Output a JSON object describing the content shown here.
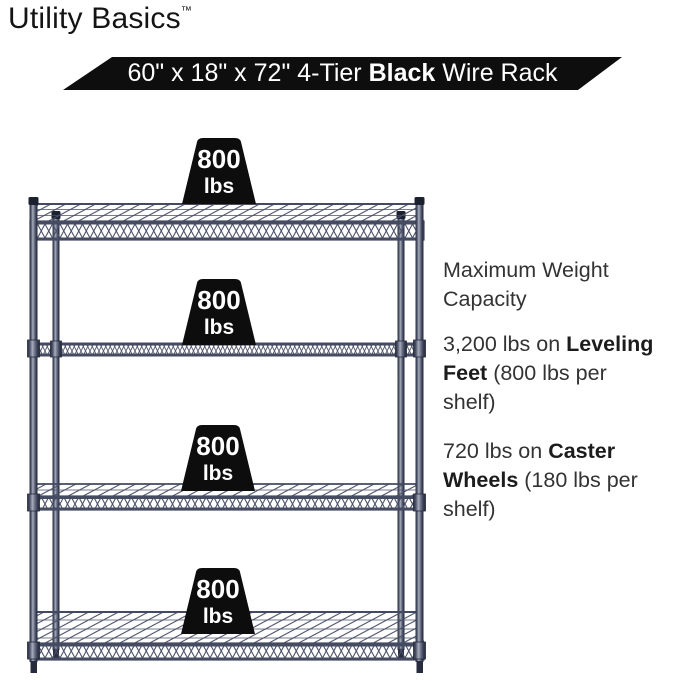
{
  "brand": {
    "name": "Utility Basics",
    "trademark": "™"
  },
  "banner": {
    "part1": "60\" x 18\" x 72\" 4-Tier ",
    "bold": "Black",
    "part2": " Wire Rack"
  },
  "rack": {
    "tier_count": "4",
    "weights": [
      {
        "value": "800",
        "unit": "lbs"
      },
      {
        "value": "800",
        "unit": "lbs"
      },
      {
        "value": "800",
        "unit": "lbs"
      },
      {
        "value": "800",
        "unit": "lbs"
      }
    ]
  },
  "info": {
    "heading": "Maximum Weight Capacity",
    "specs": [
      {
        "prefix": "3,200 lbs on ",
        "bold": "Leveling Feet",
        "suffix": " (800 lbs per shelf)"
      },
      {
        "prefix": "720 lbs on ",
        "bold": "Caster Wheels",
        "suffix": " (180 lbs per shelf)"
      }
    ]
  },
  "colors": {
    "background": "#ffffff",
    "banner_black": "#0e0e0e",
    "badge_black": "#0d0d0d",
    "rack_frame": "#434960",
    "rack_highlight": "#a8adbd",
    "text_dark": "#333333",
    "text_bold": "#1c1c1c"
  }
}
